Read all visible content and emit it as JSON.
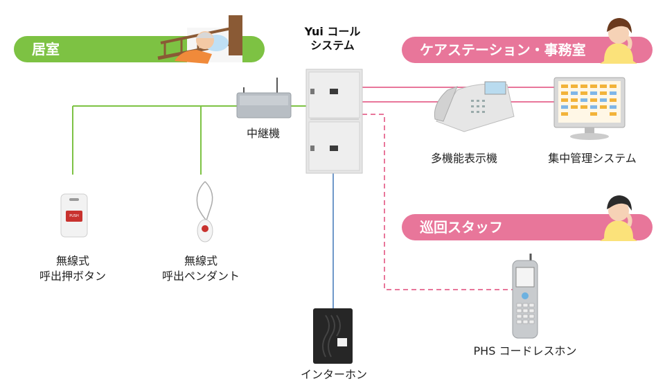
{
  "system": {
    "line1": "Yui コール",
    "line2": "システム"
  },
  "zones": {
    "kyoshitsu": "居室",
    "care_station": "ケアステーション・事務室",
    "junkai": "巡回スタッフ"
  },
  "devices": {
    "chukeiki": "中継機",
    "button_l1": "無線式",
    "button_l2": "呼出押ボタン",
    "pendant_l1": "無線式",
    "pendant_l2": "呼出ペンダント",
    "tatanou": "多機能表示機",
    "shuchu": "集中管理システム",
    "phs": "PHS コードレスホン",
    "interphone": "インターホン",
    "push_text": "PUSH"
  },
  "colors": {
    "green": "#7dc243",
    "pink": "#e8769a",
    "blue": "#6f98c9"
  }
}
